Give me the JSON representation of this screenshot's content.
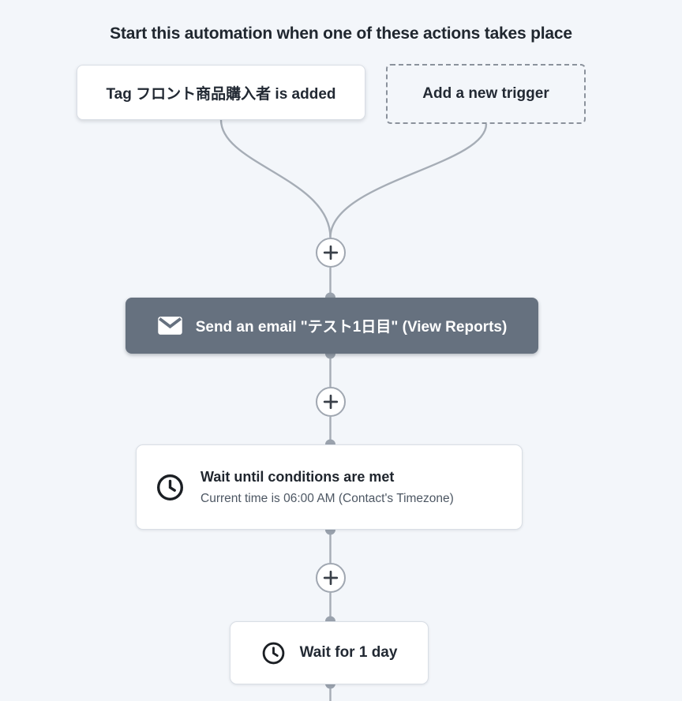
{
  "page": {
    "title": "Start this automation when one of these actions takes place",
    "background_color": "#f3f6fa"
  },
  "triggers": {
    "items": [
      {
        "label": "Tag フロント商品購入者 is added",
        "style": "solid",
        "icon": null
      },
      {
        "label": "Add a new trigger",
        "style": "dashed",
        "icon": null
      }
    ]
  },
  "steps": [
    {
      "type": "email",
      "icon": "envelope-icon",
      "label": "Send an email \"テスト1日目\" (View Reports)",
      "background_color": "#66717f"
    },
    {
      "type": "wait_until",
      "icon": "clock-icon",
      "title": "Wait until conditions are met",
      "subtitle": "Current time is 06:00 AM (Contact's Timezone)"
    },
    {
      "type": "wait_duration",
      "icon": "clock-icon",
      "label": "Wait for 1 day"
    }
  ],
  "add_step_button": {
    "symbol": "+"
  },
  "colors": {
    "connector_line": "#a6adb6",
    "connector_dot": "#9aa2ad",
    "step_accent": "#66717f",
    "card_border": "#d9dee5",
    "text_dark": "#222933",
    "text_muted": "#4d5763"
  }
}
